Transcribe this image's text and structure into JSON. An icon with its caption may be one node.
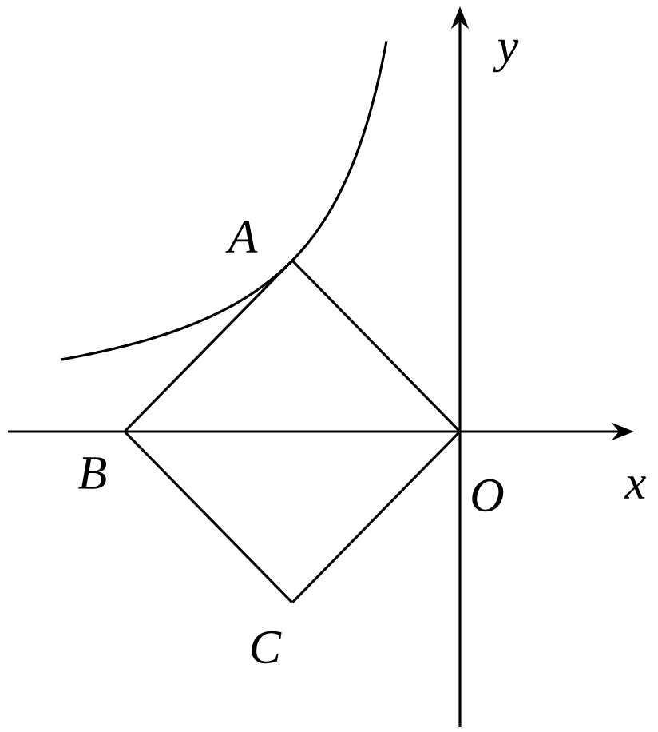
{
  "diagram": {
    "nodes": [
      {
        "text": [],
        "shape": "point",
        "beside": [
          "A"
        ]
      },
      {
        "text": [],
        "shape": "point",
        "beside": [
          "B"
        ]
      },
      {
        "text": [],
        "shape": "point",
        "beside": [
          "O"
        ]
      },
      {
        "text": [],
        "shape": "point",
        "beside": [
          "C"
        ]
      }
    ],
    "edges": [
      {
        "from": 0,
        "to": 2,
        "arrow": "none"
      },
      {
        "from": 2,
        "to": 3,
        "arrow": "none"
      },
      {
        "from": 3,
        "to": 1,
        "arrow": "none"
      },
      {
        "from": 1,
        "to": 0,
        "arrow": "none"
      }
    ],
    "labels": [
      "x",
      "y"
    ]
  }
}
